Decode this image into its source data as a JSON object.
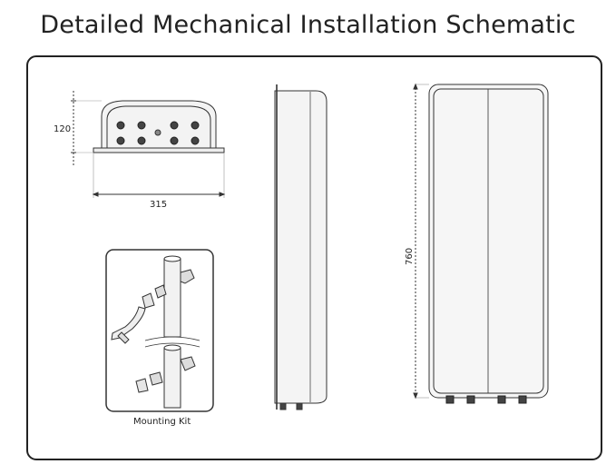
{
  "title": "Detailed Mechanical Installation Schematic",
  "dimensions": {
    "height": "120",
    "width": "315",
    "length": "760"
  },
  "mounting_kit": {
    "label": "Mounting Kit"
  }
}
